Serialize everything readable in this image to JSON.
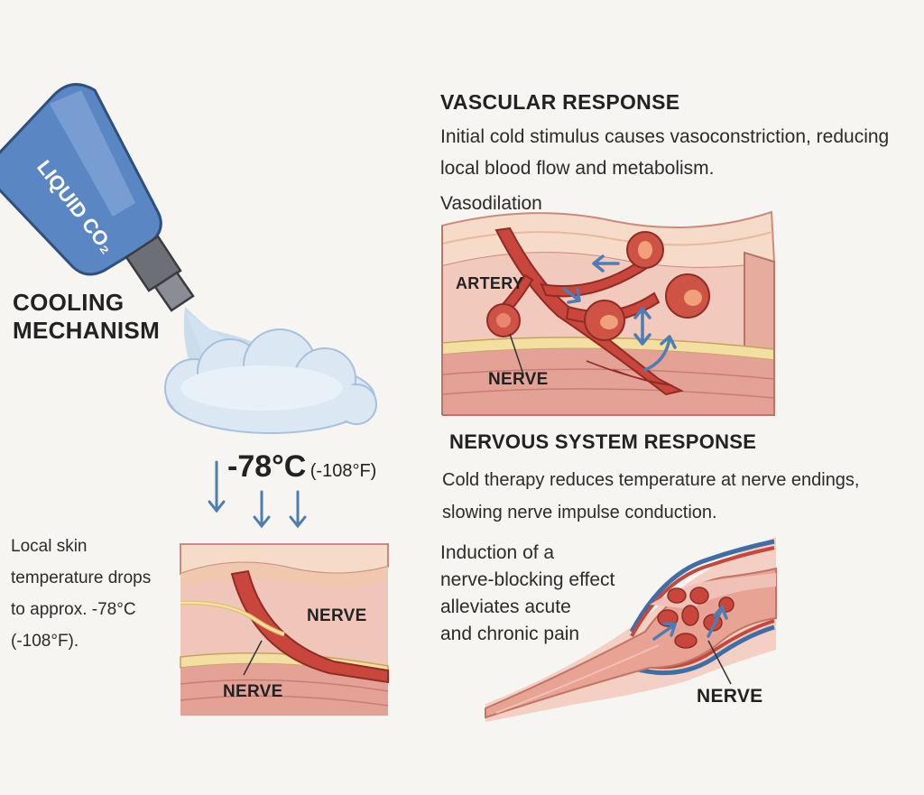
{
  "bottle": {
    "label": "LIQUID CO₂"
  },
  "cooling": {
    "title_line1": "COOLING",
    "title_line2": "MECHANISM",
    "temp_c": "-78°C",
    "temp_f": "(-108°F)",
    "skin_text": [
      "Local skin",
      "temperature drops",
      "to approx. -78°C",
      "(-108°F)."
    ],
    "nerve_label_upper": "NERVE",
    "nerve_label_lower": "NERVE"
  },
  "vascular": {
    "title": "VASCULAR RESPONSE",
    "desc_line1": "Initial cold stimulus causes vasoconstriction, reducing",
    "desc_line2": "local blood flow and metabolism.",
    "vasodilation_label": "Vasodilation",
    "artery_label": "ARTERY",
    "nerve_label": "NERVE"
  },
  "nervous": {
    "title": "NERVOUS SYSTEM RESPONSE",
    "desc_line1": "Cold therapy reduces temperature at nerve endings,",
    "desc_line2": "slowing nerve impulse conduction.",
    "induction_text": [
      "Induction of a",
      "nerve-blocking effect",
      "alleviates acute",
      "and chronic pain"
    ],
    "nerve_label": "NERVE"
  },
  "colors": {
    "background": "#f7f5f1",
    "bottle_blue": "#5b86c4",
    "tissue_pink": "#f2c9c0",
    "muscle_red": "#d98a80",
    "artery_red": "#c8463c",
    "fat_yellow": "#f3dfa2",
    "arrow_blue": "#4d7db3"
  }
}
